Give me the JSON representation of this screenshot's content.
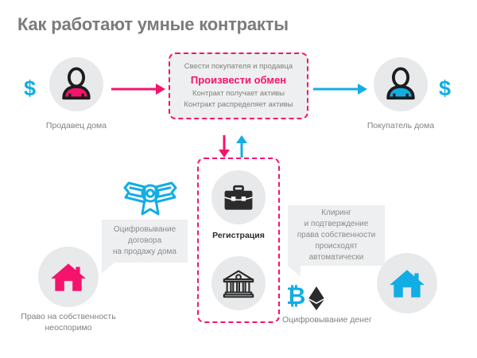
{
  "title": "Как работают умные контракты",
  "colors": {
    "pink": "#f5136c",
    "cyan": "#12ade4",
    "gray_text": "#808080",
    "dark": "#2b2b2b",
    "circle_bg": "#e8e9ea",
    "panel_bg": "#eeeff0"
  },
  "seller": {
    "label": "Продавец дома",
    "currency_symbol": "$",
    "icon": "person-icon"
  },
  "buyer": {
    "label": "Покупатель дома",
    "currency_symbol": "$",
    "icon": "person-icon"
  },
  "contract": {
    "lines": [
      {
        "text": "Свести покупателя и продавца",
        "highlight": false
      },
      {
        "text": "Произвести обмен",
        "highlight": true
      },
      {
        "text": "Контракт получает активы",
        "highlight": false
      },
      {
        "text": "Контракт распределяет активы",
        "highlight": false
      }
    ]
  },
  "registration": {
    "label": "Регистрация",
    "briefcase_icon": "briefcase-icon",
    "bank_icon": "bank-icon"
  },
  "bubbles": {
    "left": "Оцифровывание\nдоговора\nна продажу дома",
    "right": "Клиринг\nи подтверждение\nправа собственности\nпроисходят\nавтоматически"
  },
  "property": {
    "label": "Право на собственность\nнеоспоримо",
    "icon": "house-icon"
  },
  "money": {
    "label": "Оцифровывание денег",
    "bitcoin_symbol": "₿",
    "ethereum_icon": "ethereum-icon"
  },
  "house_right": {
    "icon": "house-icon"
  },
  "certificate": {
    "icon": "certificate-ribbon-icon"
  },
  "arrows": {
    "seller_to_contract": "arrow-right-pink",
    "contract_to_buyer": "arrow-right-cyan",
    "contract_down": "arrow-down-pink",
    "registration_up": "arrow-up-cyan"
  }
}
